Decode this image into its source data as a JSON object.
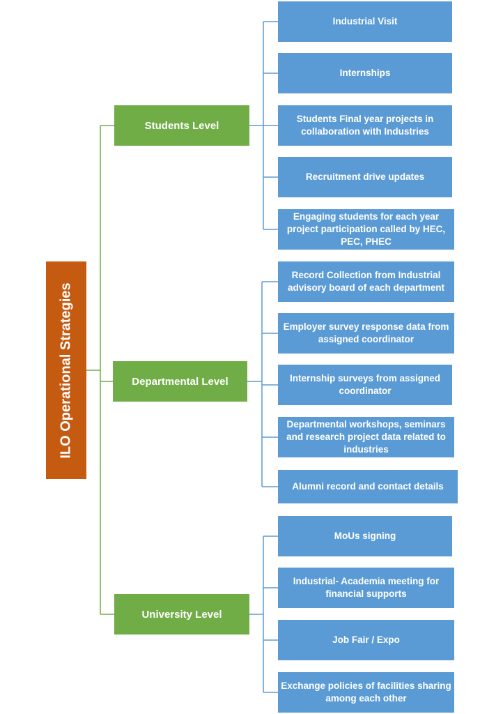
{
  "root": {
    "label": "ILO Operational Strategies"
  },
  "levels": [
    {
      "label": "Students Level",
      "items": [
        "Industrial Visit",
        "Internships",
        "Students Final year projects in collaboration with Industries",
        "Recruitment drive updates",
        "Engaging students for each year project participation called by HEC, PEC, PHEC"
      ]
    },
    {
      "label": "Departmental Level",
      "items": [
        "Record Collection from Industrial advisory board of each department",
        "Employer survey response data from assigned coordinator",
        "Internship surveys from assigned coordinator",
        "Departmental workshops, seminars and research project data related to industries",
        "Alumni record and contact details"
      ]
    },
    {
      "label": "University Level",
      "items": [
        "MoUs signing",
        "Industrial- Academia meeting for financial supports",
        "Job Fair / Expo",
        "Exchange policies of facilities sharing among each other"
      ]
    }
  ],
  "colors": {
    "root": "#c55a11",
    "level": "#70ad47",
    "leaf": "#5b9bd5",
    "root_connector": "#70ad47",
    "leaf_connector": "#5b9bd5"
  }
}
